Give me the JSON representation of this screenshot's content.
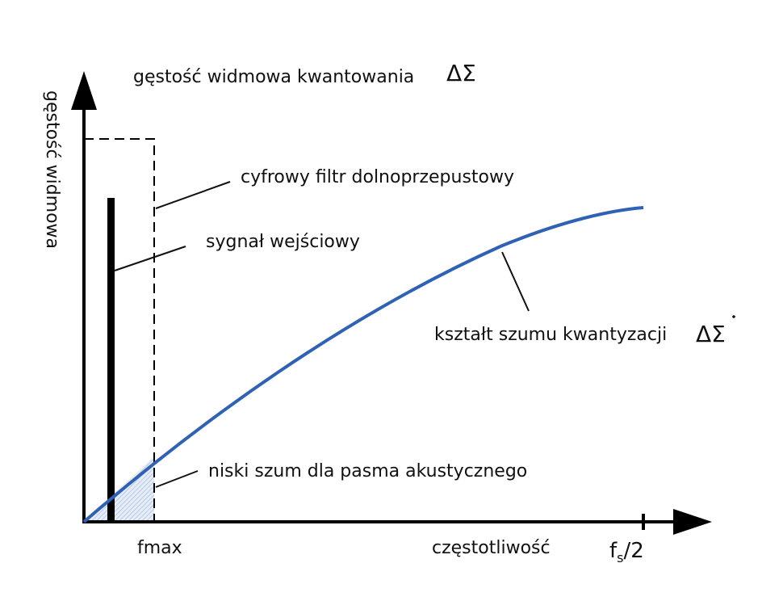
{
  "title": "gęstość widmowa kwantowania",
  "title_symbol": "ΔΣ",
  "y_axis_label": "gęstość widmowa",
  "x_axis_label": "częstotliwość",
  "x_tick_fmax": "fmax",
  "x_tick_fs_main": "f",
  "x_tick_fs_sub": "s",
  "x_tick_fs_tail": "/2",
  "annotations": {
    "filter": "cyfrowy filtr dolnoprzepustowy",
    "signal": "sygnał wejściowy",
    "noise_shape": "kształt szumu kwantyzacji",
    "noise_shape_symbol": "ΔΣ",
    "low_noise": "niski szum dla pasma akustycznego"
  },
  "colors": {
    "curve": "#2f62b5",
    "hatch": "#a9bfe0",
    "axis": "#000000"
  }
}
